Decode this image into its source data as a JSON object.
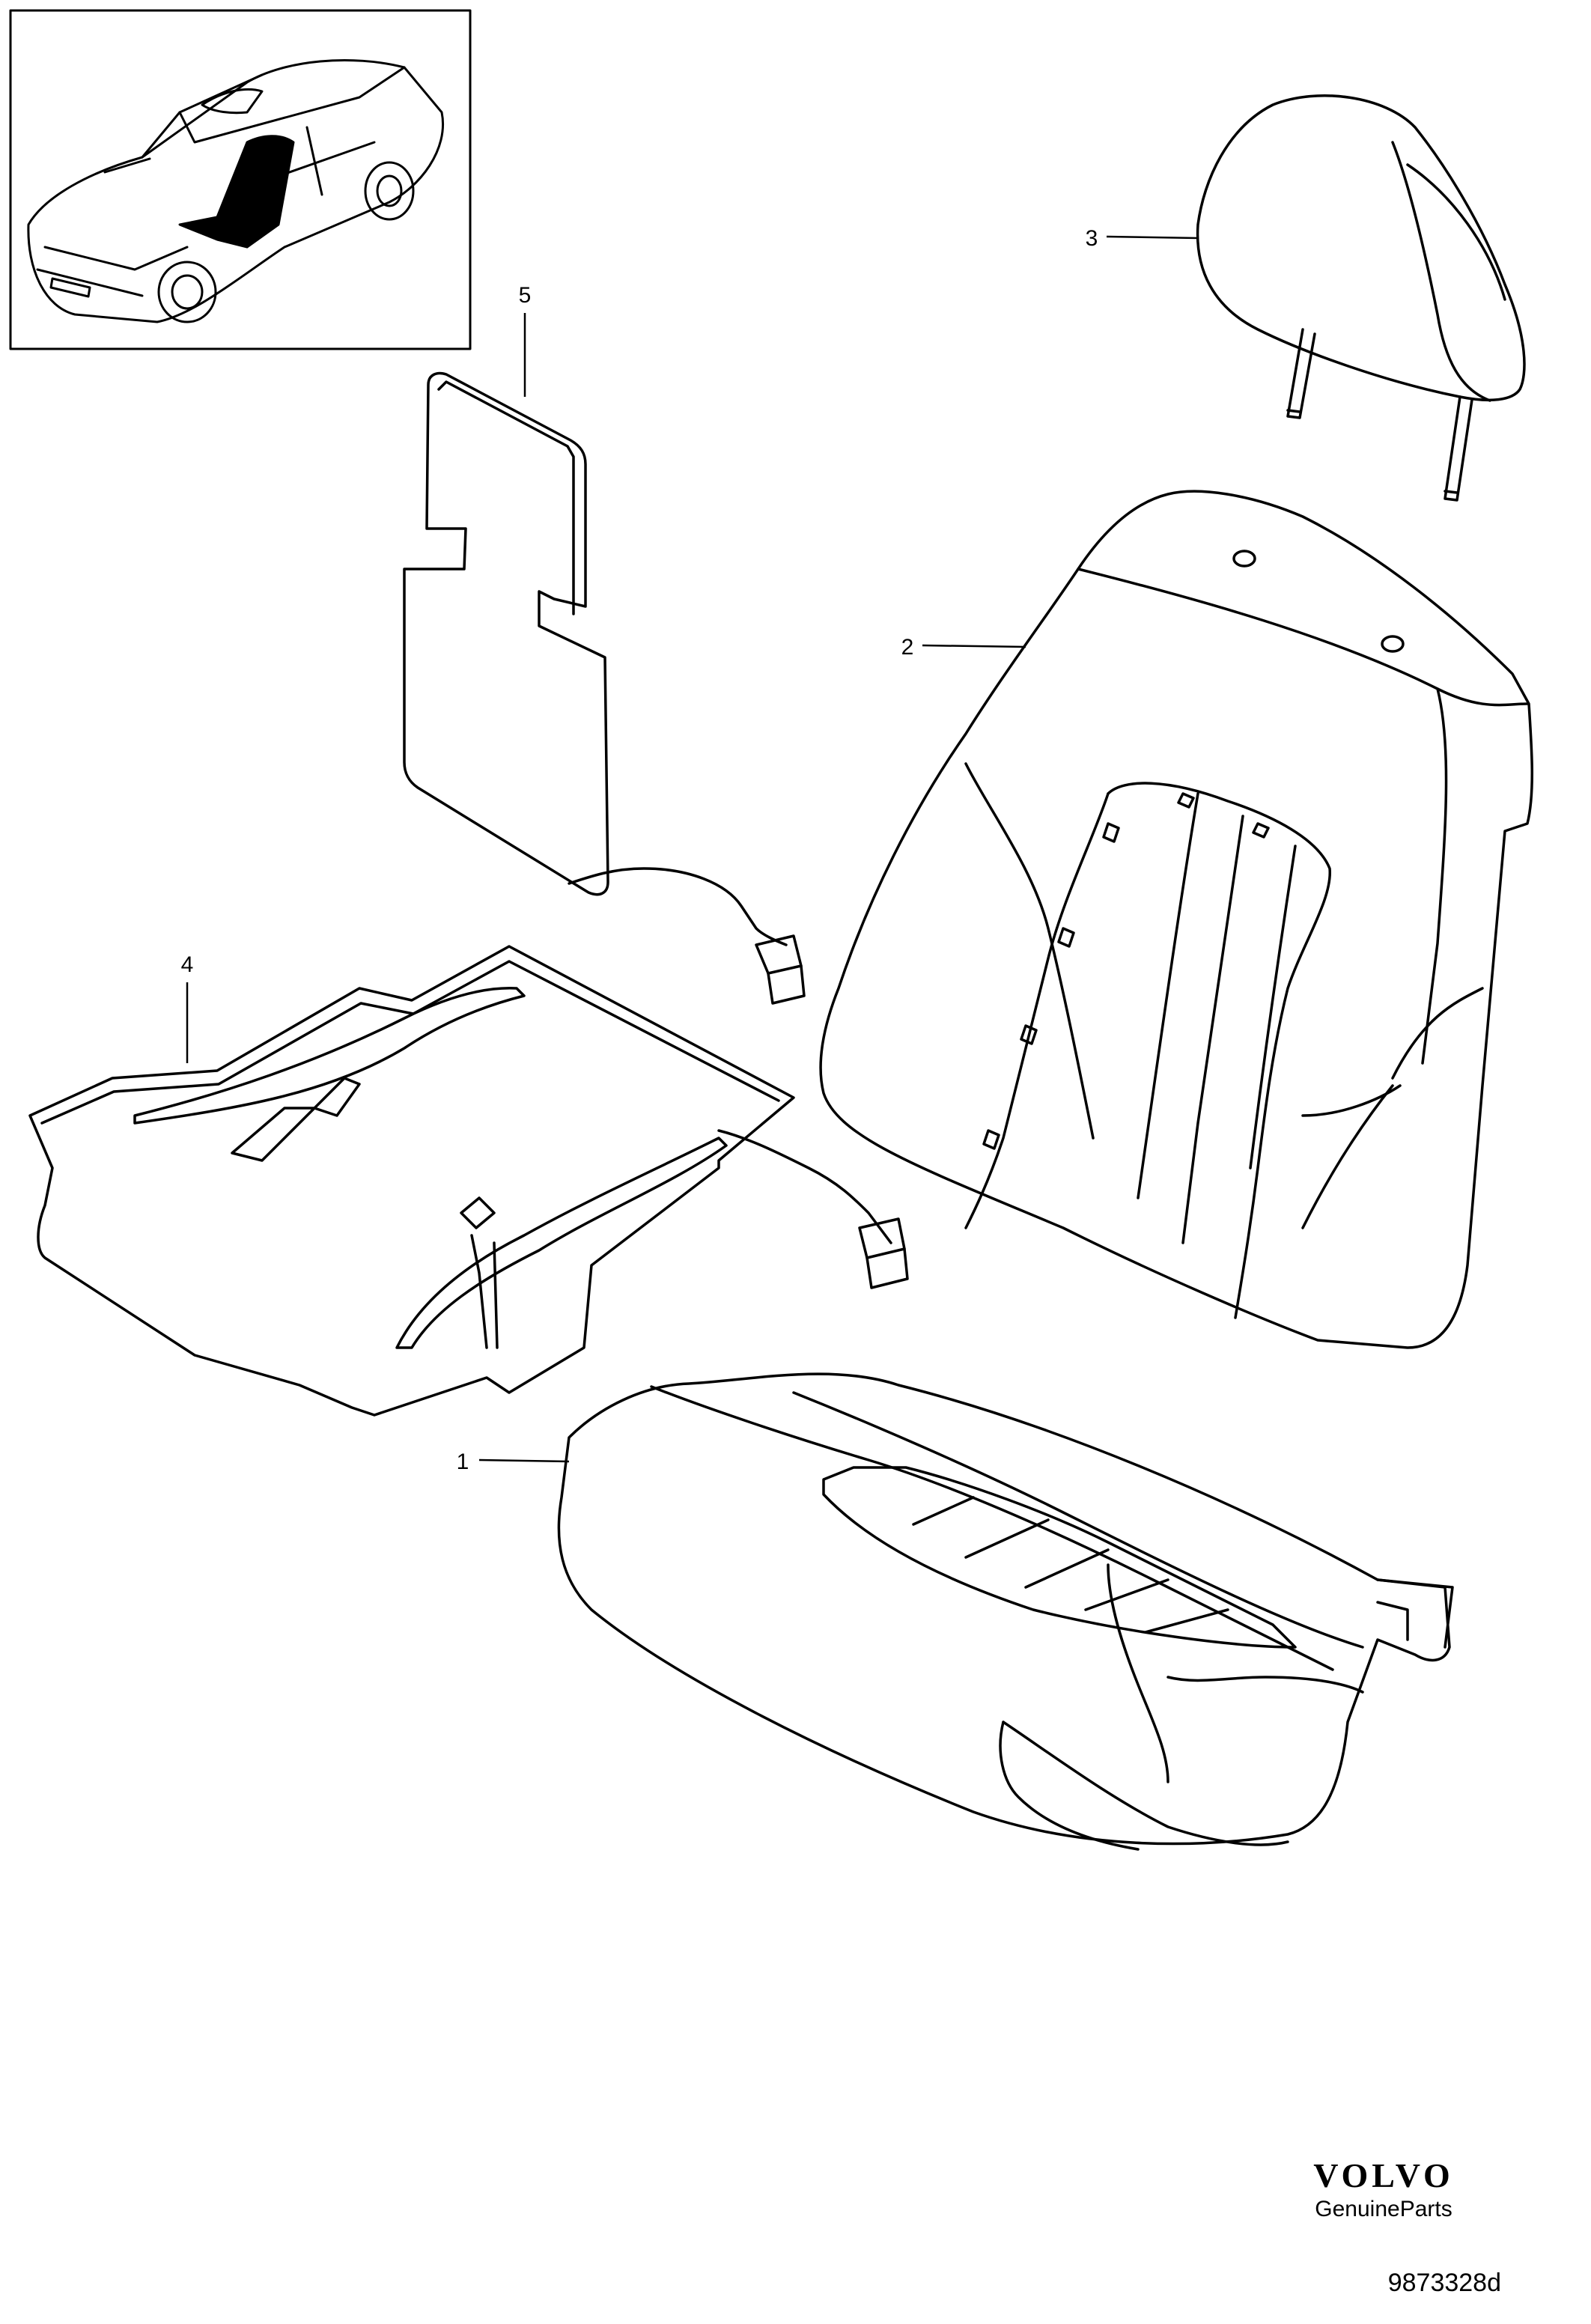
{
  "colors": {
    "line": "#000000",
    "background": "#ffffff",
    "highlight": "#000000"
  },
  "callouts": [
    {
      "id": "1",
      "label": "1"
    },
    {
      "id": "2",
      "label": "2"
    },
    {
      "id": "3",
      "label": "3"
    },
    {
      "id": "4",
      "label": "4"
    },
    {
      "id": "5",
      "label": "5"
    }
  ],
  "brand": {
    "logo": "VOLVO",
    "sub": "GenuineParts"
  },
  "drawing_number": "9873328d"
}
